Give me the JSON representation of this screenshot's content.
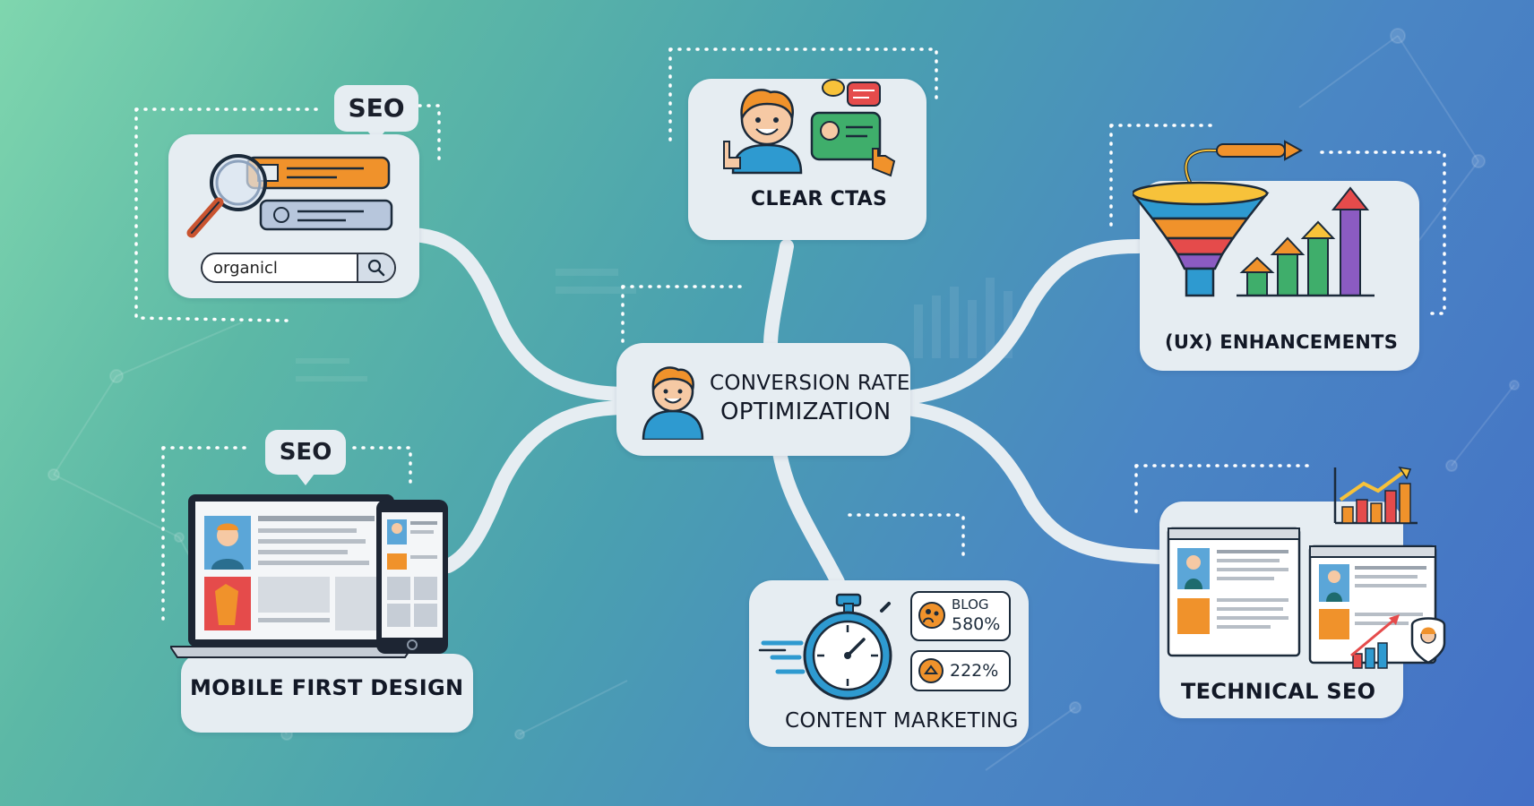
{
  "colors": {
    "background_start": "#7fd6ae",
    "background_end": "#4470c6",
    "card": "#e6edf2",
    "connector": "#e6edf2",
    "accent_orange": "#f0922b"
  },
  "center": {
    "line1": "CONVERSION RATE",
    "line2": "OPTIMIZATION",
    "icon": "person-avatar-icon"
  },
  "nodes": {
    "seo_search": {
      "tag": "SEO",
      "search_value": "organicl",
      "icon": "magnifier-icon"
    },
    "clear_ctas": {
      "label": "CLEAR CTAS",
      "icon": "person-chat-icon"
    },
    "ux": {
      "label": "(UX) ENHANCEMENTS",
      "icon": "funnel-chart-icon"
    },
    "mobile": {
      "tag": "SEO",
      "label": "MOBILE FIRST DESIGN",
      "icon": "laptop-phone-icon"
    },
    "content": {
      "label": "CONTENT MARKETING",
      "blog_label": "BLOG",
      "blog_value": "580%",
      "second_value": "222%",
      "icon": "stopwatch-icon"
    },
    "technical": {
      "label": "TECHNICAL SEO",
      "icon": "web-pages-icon"
    }
  }
}
